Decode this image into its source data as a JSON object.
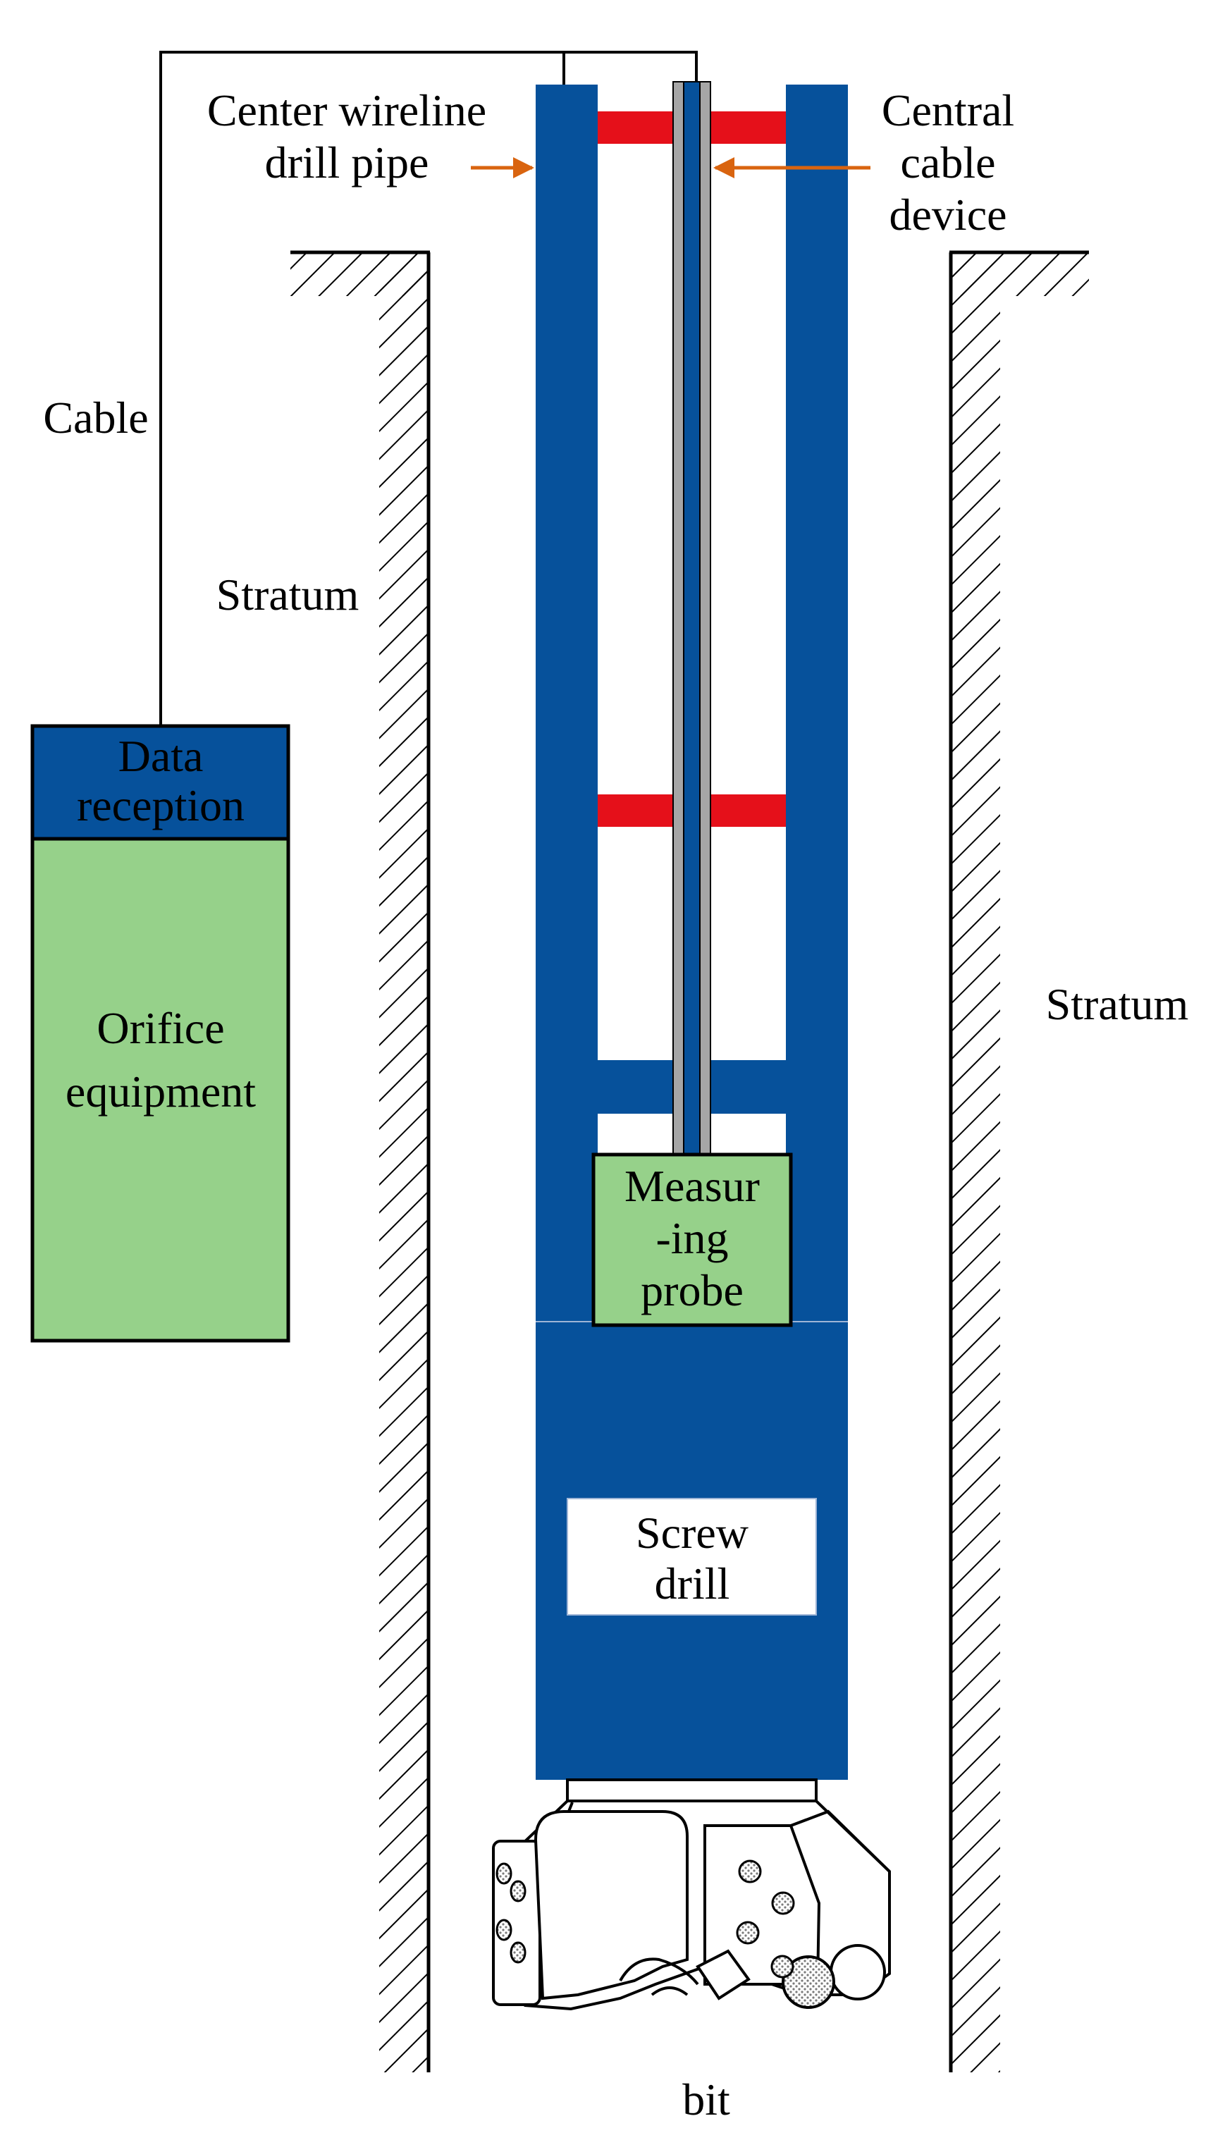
{
  "labels": {
    "cable": "Cable",
    "stratum_left": "Stratum",
    "stratum_right": "Stratum",
    "center_pipe": [
      "Center wireline",
      "drill pipe"
    ],
    "central_cable": [
      "Central",
      "cable",
      "device"
    ],
    "data_reception": [
      "Data",
      "reception"
    ],
    "orifice_equipment": [
      "Orifice",
      "equipment"
    ],
    "measuring_probe": [
      "Measur",
      "-ing",
      "probe"
    ],
    "screw_drill": [
      "Screw",
      "drill"
    ],
    "bit": "bit"
  },
  "colors": {
    "pipe_blue": "#06519B",
    "clamp_red": "#E5101A",
    "equipment_green": "#96D18A",
    "arrow_orange": "#D9640F",
    "rod_gray": "#A6A6A6",
    "bit_dot": "#9E9E9E"
  }
}
